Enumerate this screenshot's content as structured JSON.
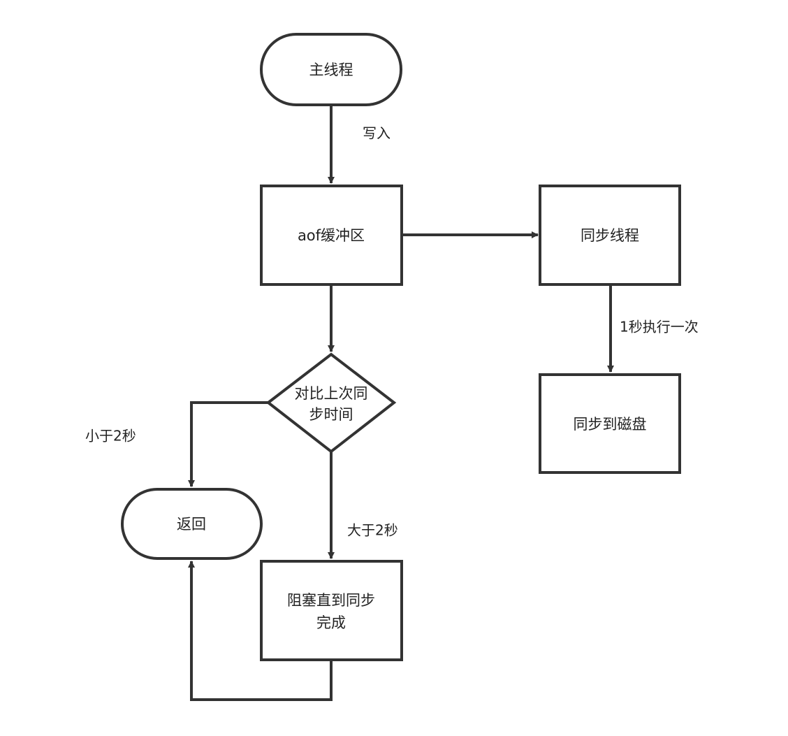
{
  "nodes": {
    "main_thread": "主线程",
    "aof_buffer": "aof缓冲区",
    "sync_thread": "同步线程",
    "sync_disk": "同步到磁盘",
    "compare_line1": "对比上次同",
    "compare_line2": "步时间",
    "return": "返回",
    "block_line1": "阻塞直到同步",
    "block_line2": "完成"
  },
  "edges": {
    "write": "写入",
    "every_second": "1秒执行一次",
    "less_than": "小于2秒",
    "greater_than": "大于2秒"
  },
  "colors": {
    "stroke": "#333333",
    "text": "#222222",
    "fill": "#ffffff"
  }
}
